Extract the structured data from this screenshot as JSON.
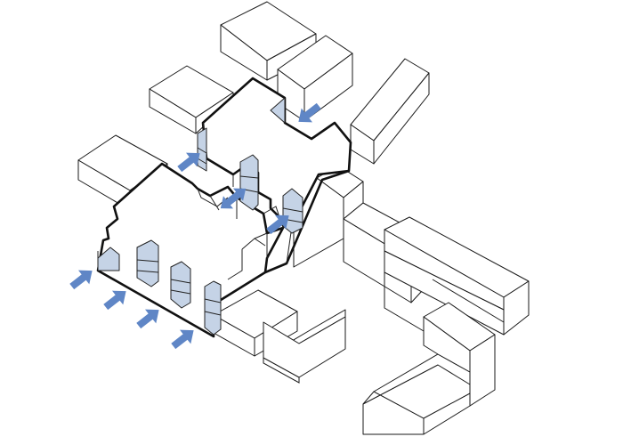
{
  "colors": {
    "background": "#ffffff",
    "outline": "#111111",
    "context_line": "#1a1a1a",
    "courtyard_fill": "#c5d3e6",
    "arrow_fill": "#5f86c6"
  },
  "arrows": [
    {
      "name": "arrow-front-1",
      "direction": "northeast"
    },
    {
      "name": "arrow-front-2",
      "direction": "northeast"
    },
    {
      "name": "arrow-front-3",
      "direction": "northeast"
    },
    {
      "name": "arrow-front-4",
      "direction": "northeast"
    },
    {
      "name": "arrow-west-passage",
      "direction": "northeast"
    },
    {
      "name": "arrow-central-passage",
      "direction": "bidirectional"
    },
    {
      "name": "arrow-east-passage",
      "direction": "northeast"
    },
    {
      "name": "arrow-rear",
      "direction": "southwest"
    }
  ]
}
